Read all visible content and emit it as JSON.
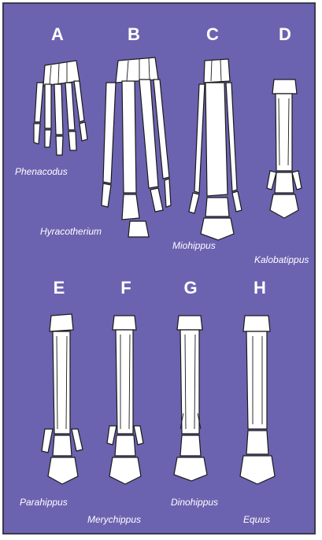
{
  "figure": {
    "border_color": "#3a3a4a",
    "background_color": "#6b63b0",
    "bone_color": "#ffffff",
    "outline_color": "#1a1a1a",
    "panels": [
      {
        "letter": "A",
        "species": "Phenacodus"
      },
      {
        "letter": "B",
        "species": "Hyracotherium"
      },
      {
        "letter": "C",
        "species": "Miohippus"
      },
      {
        "letter": "D",
        "species": "Kalobatippus"
      },
      {
        "letter": "E",
        "species": "Parahippus"
      },
      {
        "letter": "F",
        "species": "Merychippus"
      },
      {
        "letter": "G",
        "species": "Dinohippus"
      },
      {
        "letter": "H",
        "species": "Equus"
      }
    ]
  }
}
